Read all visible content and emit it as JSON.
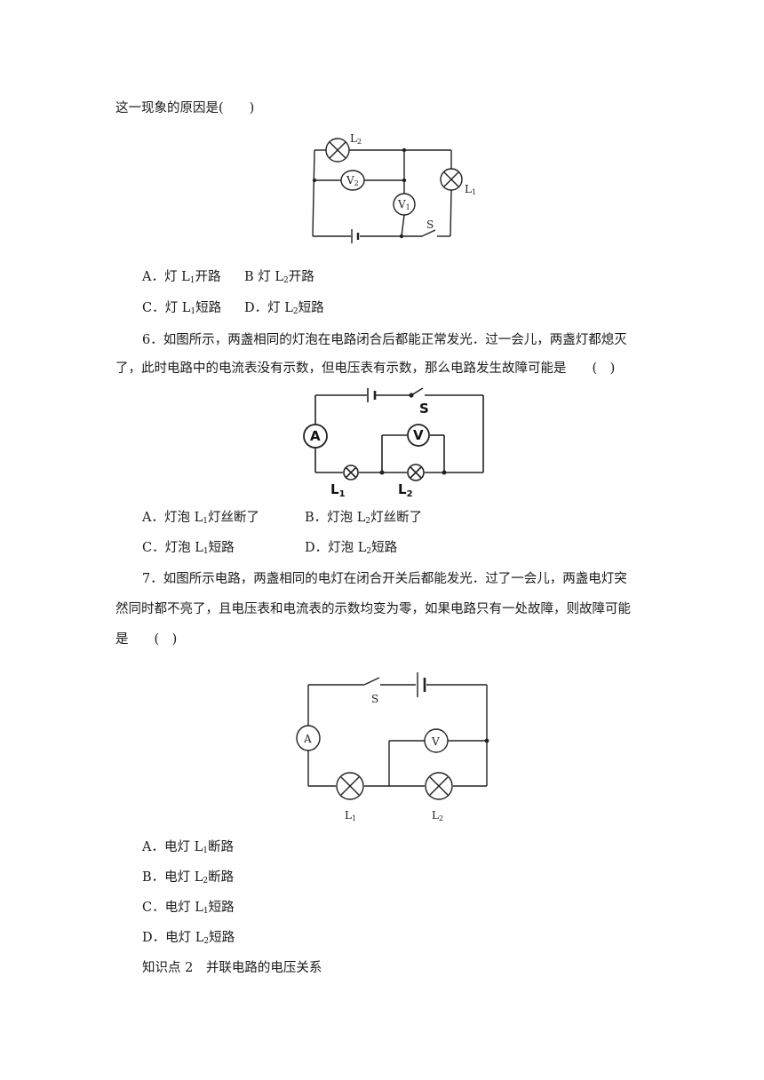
{
  "q5": {
    "tail": "这一现象的原因是(　　)",
    "options": [
      {
        "prefix": "A．灯 L",
        "sub": "1",
        "suffix": "开路"
      },
      {
        "prefix": "B 灯 L",
        "sub": "2",
        "suffix": "开路"
      },
      {
        "prefix": "C．灯 L",
        "sub": "1",
        "suffix": "短路"
      },
      {
        "prefix": "D．灯 L",
        "sub": "2",
        "suffix": "短路"
      }
    ],
    "diagram": {
      "lamp1": "L",
      "lamp1_sub": "1",
      "lamp2": "L",
      "lamp2_sub": "2",
      "v1": "V",
      "v1_sub": "1",
      "v2": "V",
      "v2_sub": "2",
      "switch": "S"
    }
  },
  "q6": {
    "line1": "6．如图所示，两盏相同的灯泡在电路闭合后都能正常发光．过一会儿，两盏灯都熄灭",
    "line2": "了，此时电路中的电流表没有示数，但电压表有示数，那么电路发生故障可能是　　(　)",
    "options": [
      {
        "prefix": "A．灯泡 L",
        "sub": "1",
        "suffix": "灯丝断了"
      },
      {
        "prefix": "B．灯泡 L",
        "sub": "2",
        "suffix": "灯丝断了"
      },
      {
        "prefix": "C．灯泡 L",
        "sub": "1",
        "suffix": "短路"
      },
      {
        "prefix": "D．灯泡 L",
        "sub": "2",
        "suffix": "短路"
      }
    ],
    "diagram": {
      "ammeter": "A",
      "voltmeter": "V",
      "switch": "S",
      "lamp1": "L",
      "lamp1_sub": "1",
      "lamp2": "L",
      "lamp2_sub": "2"
    }
  },
  "q7": {
    "line1": "7．如图所示电路，两盏相同的电灯在闭合开关后都能发光．过了一会儿，两盏电灯突",
    "line2": "然同时都不亮了，且电压表和电流表的示数均变为零，如果电路只有一处故障，则故障可能",
    "line3": "是　　(　)",
    "options": [
      {
        "prefix": "A．电灯 L",
        "sub": "1",
        "suffix": "断路"
      },
      {
        "prefix": "B．电灯 L",
        "sub": "2",
        "suffix": "断路"
      },
      {
        "prefix": "C．电灯 L",
        "sub": "1",
        "suffix": "短路"
      },
      {
        "prefix": "D．电灯 L",
        "sub": "2",
        "suffix": "短路"
      }
    ],
    "diagram": {
      "ammeter": "A",
      "voltmeter": "V",
      "switch": "S",
      "lamp1": "L",
      "lamp1_sub": "1",
      "lamp2": "L",
      "lamp2_sub": "2"
    }
  },
  "section": {
    "title": "知识点 2　并联电路的电压关系"
  }
}
